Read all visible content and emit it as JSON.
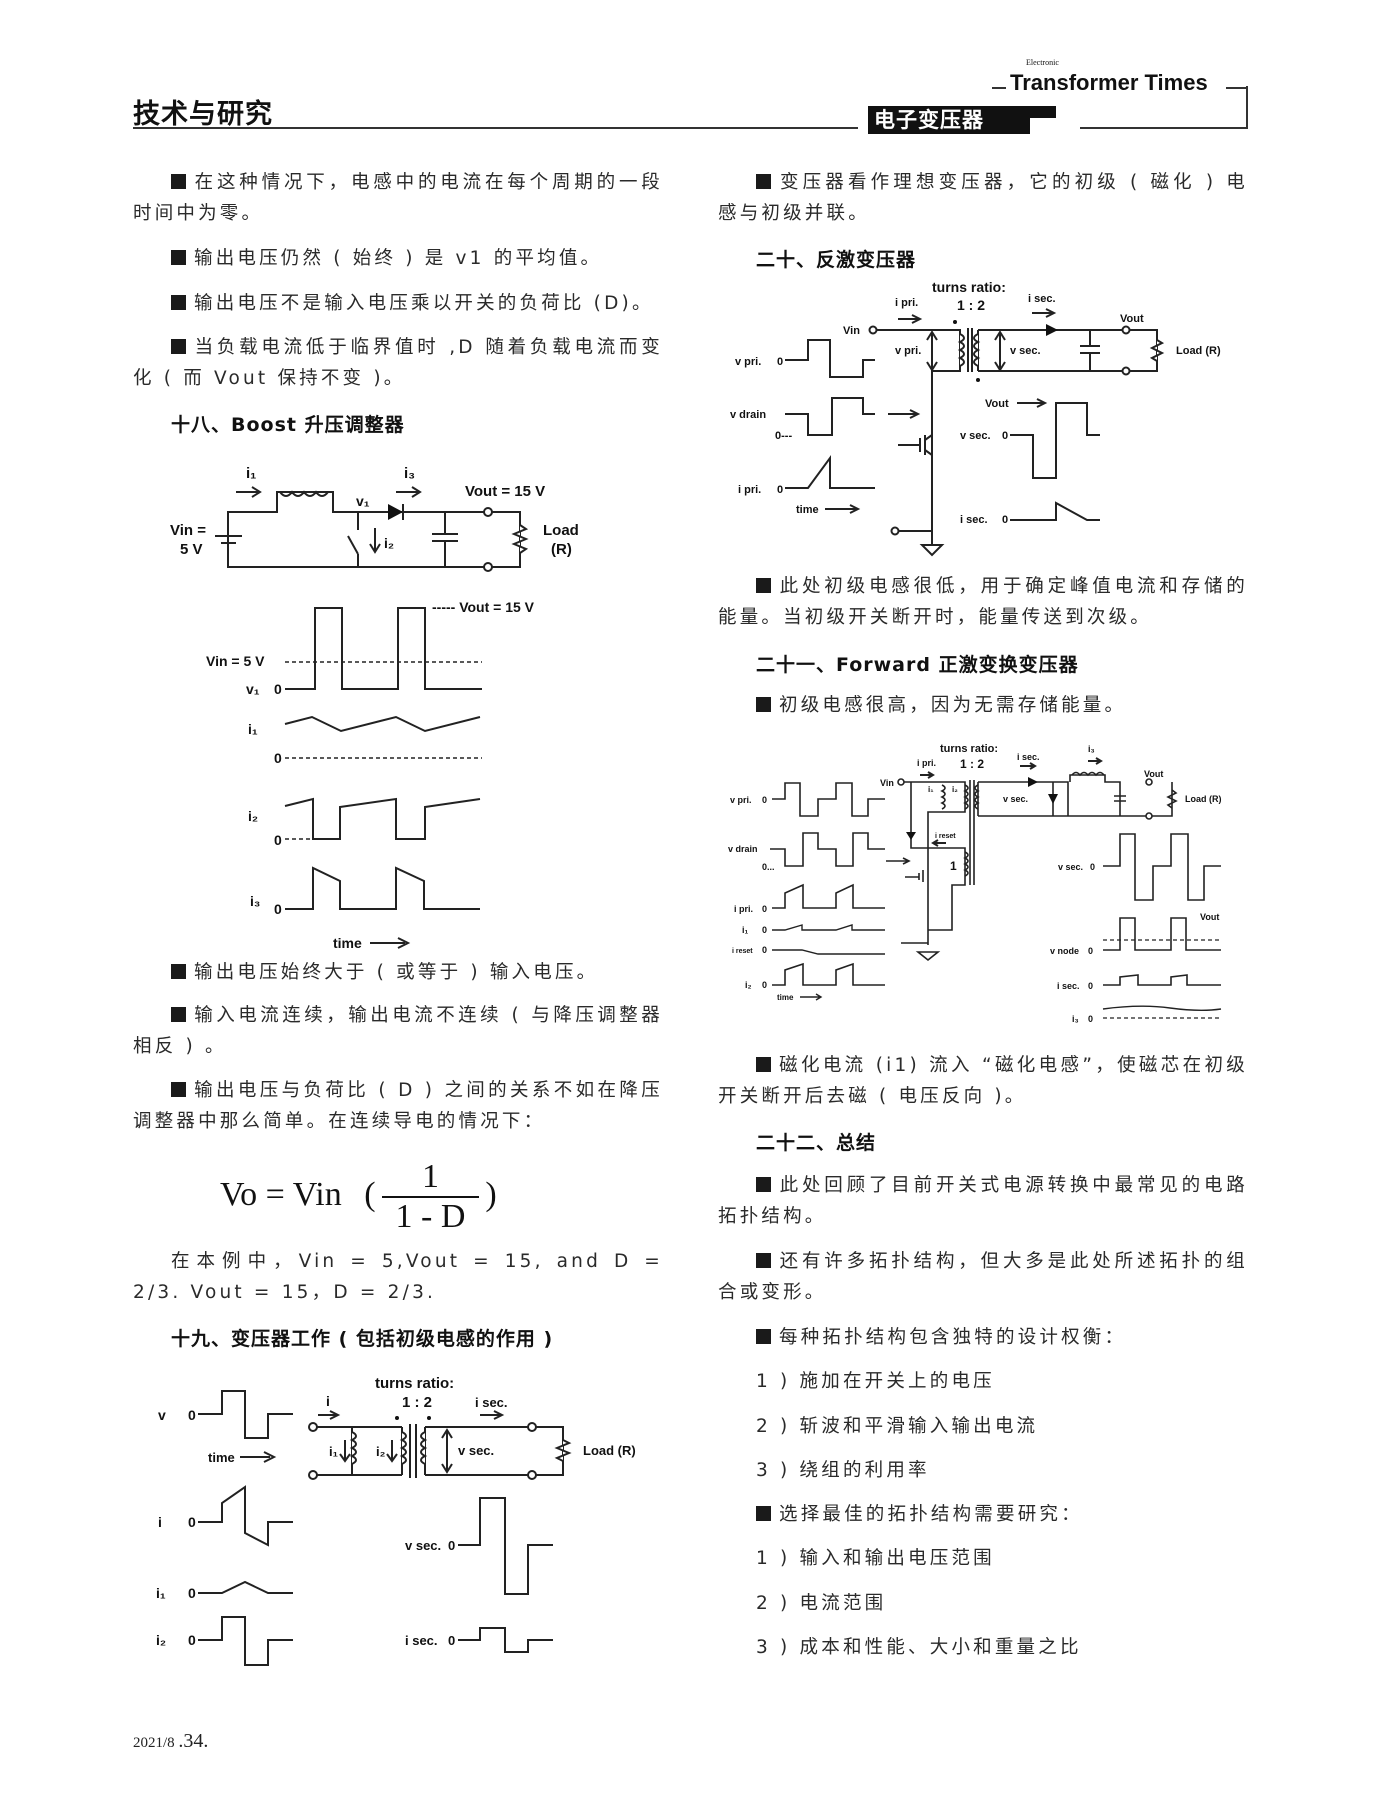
{
  "header": {
    "section_title": "技术与研究",
    "brand_cn": "电子变压器",
    "brand_small": "Electronic",
    "brand_en": "Transformer Times"
  },
  "left": {
    "p1": "在这种情况下，电感中的电流在每个周期的一段时间中为零。",
    "p2": "输出电压仍然 ( 始终 ) 是 v1 的平均值。",
    "p3": "输出电压不是输入电压乘以开关的负荷比 (D)。",
    "p4": "当负载电流低于临界值时 ,D 随着负载电流而变化 ( 而 Vout 保持不变 )。",
    "h18": "十八、Boost 升压调整器",
    "p5": "输出电压始终大于 ( 或等于 ) 输入电压。",
    "p6": "输入电流连续，输出电流不连续 ( 与降压调整器相反 ) 。",
    "p7": "输出电压与负荷比 ( D ) 之间的关系不如在降压调整器中那么简单。在连续导电的情况下：",
    "formula": {
      "lhs": "Vo = Vin",
      "open": "(",
      "num": "1",
      "den": "1 - D",
      "close": ")"
    },
    "p8": "在本例中，Vin = 5,Vout = 15, and D = 2/3. Vout = 15，D = 2/3.",
    "h19": "十九、变压器工作 ( 包括初级电感的作用 )"
  },
  "right": {
    "p1": "变压器看作理想变压器，它的初级 ( 磁化 ) 电感与初级并联。",
    "h20": "二十、反激变压器",
    "p2": "此处初级电感很低，用于确定峰值电流和存储的能量。当初级开关断开时，能量传送到次级。",
    "h21": "二十一、Forward 正激变换变压器",
    "p3": "初级电感很高，因为无需存储能量。",
    "p4": "磁化电流 (i1) 流入 “磁化电感”，使磁芯在初级开关断开后去磁 ( 电压反向 )。",
    "h22": "二十二、总结",
    "p5": "此处回顾了目前开关式电源转换中最常见的电路拓扑结构。",
    "p6": "还有许多拓扑结构，但大多是此处所述拓扑的组合或变形。",
    "p7": "每种拓扑结构包含独特的设计权衡：",
    "list1": [
      "1 ) 施加在开关上的电压",
      "2 ) 斩波和平滑输入输出电流",
      "3 ) 绕组的利用率"
    ],
    "p8": "选择最佳的拓扑结构需要研究：",
    "list2": [
      "1 ) 输入和输出电压范围",
      "2 ) 电流范围",
      "3 ) 成本和性能、大小和重量之比"
    ]
  },
  "boost": {
    "i1": "i₁",
    "i3": "i₃",
    "v1": "v₁",
    "i2": "i₂",
    "vout": "Vout = 15 V",
    "vin1": "Vin =",
    "vin2": "5 V",
    "load1": "Load",
    "load2": "(R)",
    "vout_dash": "----- Vout = 15 V",
    "vin_level": "Vin = 5 V",
    "v1_label": "v₁",
    "zero": "0",
    "i1_label": "i₁",
    "i2_label": "i₂",
    "i3_label": "i₃",
    "time": "time"
  },
  "flyback": {
    "turns": "turns ratio:",
    "ratio": "1 : 2",
    "ipri": "i pri.",
    "isec": "i sec.",
    "vin": "Vin",
    "vpri": "v pri.",
    "vsec": "v sec.",
    "vout": "Vout",
    "load": "Load (R)",
    "w_vpri": "v pri.",
    "w_vdrain": "v drain",
    "w_ipri": "i pri.",
    "zero": "0",
    "zero_dash": "0---",
    "time": "time",
    "w_vout": "Vout",
    "w_vsec": "v sec.",
    "w_isec": "i sec."
  },
  "forward": {
    "turns": "turns ratio:",
    "ratio": "1 : 2",
    "ipri": "i pri.",
    "isec": "i sec.",
    "i3": "i₃",
    "vin": "Vin",
    "vout": "Vout",
    "load": "Load (R)",
    "vsec": "v sec.",
    "i1": "i₁",
    "i2": "i₂",
    "ireset": "i reset",
    "one": "1",
    "w_vpri": "v pri.",
    "w_vdrain": "v drain",
    "w_ipri": "i pri.",
    "w_i1": "i₁",
    "w_ireset": "i reset",
    "w_i2": "i₂",
    "zero": "0",
    "zero_dash": "0...",
    "time": "time",
    "w_vsec": "v sec.",
    "w_vnode": "v node",
    "w_isec": "i sec.",
    "w_i3": "i₃",
    "w_vout": "Vout"
  },
  "xfmr": {
    "v": "v",
    "i": "i",
    "i1": "i₁",
    "i2": "i₂",
    "zero": "0",
    "time": "time",
    "turns": "turns ratio:",
    "ratio": "1 : 2",
    "i_arrow": "i",
    "isec": "i sec.",
    "c_i1": "i₁",
    "c_i2": "i₂",
    "vsec": "v sec.",
    "load": "Load (R)",
    "w_vsec": "v sec.",
    "w_isec": "i sec."
  },
  "footer": {
    "date": "2021/8",
    "page": ".34."
  }
}
